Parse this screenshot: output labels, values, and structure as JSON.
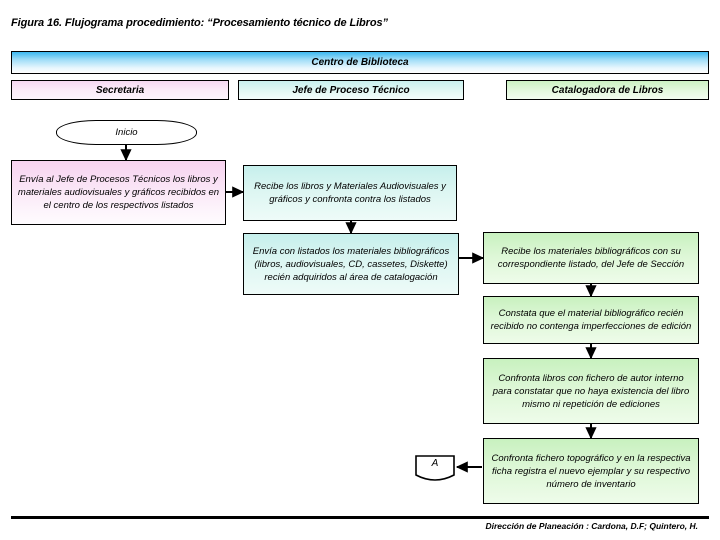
{
  "figure": {
    "title": "Figura 16. Flujograma procedimiento: “Procesamiento técnico de Libros”",
    "footer_credit": "Dirección de Planeación : Cardona, D.F; Quintero, H."
  },
  "lanes": {
    "header": "Centro de Biblioteca",
    "columns": [
      {
        "label": "Secretaria",
        "color": "#f7d2ef"
      },
      {
        "label": "Jefe de Proceso Técnico",
        "color": "#c6efec"
      },
      {
        "label": "Catalogadora de  Libros",
        "color": "#c8f1bf"
      }
    ]
  },
  "nodes": [
    {
      "id": "start",
      "shape": "terminator",
      "lane": "Secretaria",
      "text": "Inicio",
      "color": "#ffffff"
    },
    {
      "id": "n1",
      "shape": "process",
      "lane": "Secretaria",
      "text": "Envía al Jefe de Procesos Técnicos los libros y materiales audiovisuales y gráficos recibidos en el centro de los respectivos listados",
      "color": "#f7d2ef"
    },
    {
      "id": "n2",
      "shape": "process",
      "lane": "Jefe de Proceso Técnico",
      "text": "Recibe los libros y Materiales Audiovisuales y gráficos y confronta contra los listados",
      "color": "#c6efec"
    },
    {
      "id": "n3",
      "shape": "process",
      "lane": "Jefe de Proceso Técnico",
      "text": "Envía con listados los materiales bibliográficos (libros, audiovisuales, CD, cassetes, Diskette) recién adquiridos al área de catalogación",
      "color": "#c6efec"
    },
    {
      "id": "n4",
      "shape": "process",
      "lane": "Catalogadora de  Libros",
      "text": "Recibe los materiales bibliográficos con su correspondiente listado, del Jefe de Sección",
      "color": "#c8f1bf"
    },
    {
      "id": "n5",
      "shape": "process",
      "lane": "Catalogadora de  Libros",
      "text": "Constata que el material bibliográfico recién recibido no contenga imperfecciones de edición",
      "color": "#c8f1bf"
    },
    {
      "id": "n6",
      "shape": "process",
      "lane": "Catalogadora de  Libros",
      "text": "Confronta libros con fichero de autor interno para constatar que no haya existencia del libro mismo ni repetición de ediciones",
      "color": "#c8f1bf"
    },
    {
      "id": "n7",
      "shape": "process",
      "lane": "Catalogadora de  Libros",
      "text": "Confronta fichero topográfico y en la respectiva ficha registra el nuevo ejemplar y su respectivo número de inventario",
      "color": "#c8f1bf"
    },
    {
      "id": "connA",
      "shape": "off-page-connector",
      "lane": "Jefe de Proceso Técnico",
      "text": "A",
      "color": "#ffffff"
    }
  ],
  "connectors": [
    {
      "from": "start",
      "to": "n1",
      "direction": "down"
    },
    {
      "from": "n1",
      "to": "n2",
      "direction": "right"
    },
    {
      "from": "n2",
      "to": "n3",
      "direction": "down"
    },
    {
      "from": "n3",
      "to": "n4",
      "direction": "right"
    },
    {
      "from": "n4",
      "to": "n5",
      "direction": "down"
    },
    {
      "from": "n5",
      "to": "n6",
      "direction": "down"
    },
    {
      "from": "n6",
      "to": "n7",
      "direction": "down"
    },
    {
      "from": "n7",
      "to": "connA",
      "direction": "left"
    }
  ]
}
